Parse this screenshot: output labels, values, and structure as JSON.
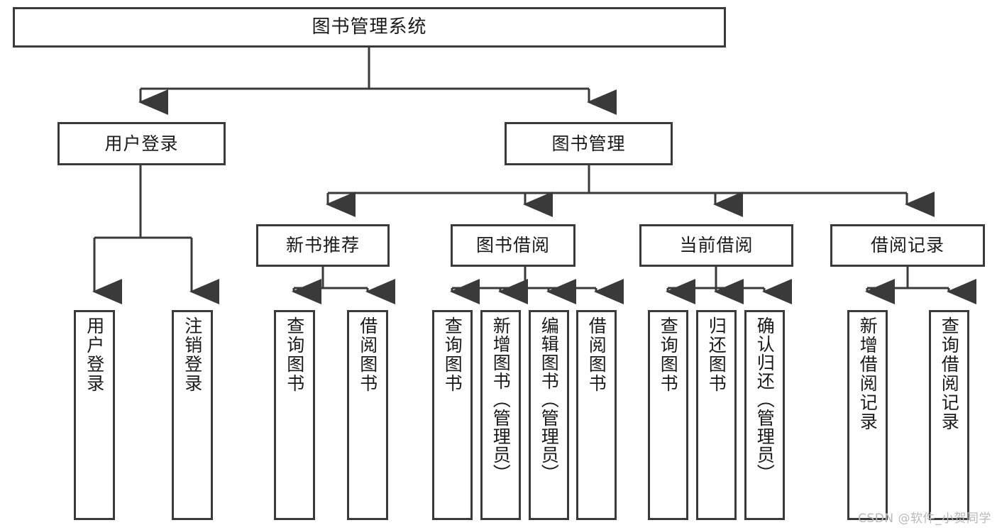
{
  "diagram": {
    "title": "图书管理系统",
    "type": "tree-hierarchy-diagram",
    "watermark": "CSDN @软件_小贺同学",
    "colors": {
      "background": "#ffffff",
      "box_border": "#3a3a3a",
      "box_fill": "#ffffff",
      "text": "#1a1a1a",
      "connector": "#3a3a3a",
      "watermark": "#b9b9b9"
    },
    "levels": {
      "root": "图书管理系统",
      "level2": [
        "用户登录",
        "图书管理"
      ],
      "level3": [
        "新书推荐",
        "图书借阅",
        "当前借阅",
        "借阅记录"
      ]
    },
    "nodes": {
      "root": {
        "label": "图书管理系统"
      },
      "user_login": {
        "label": "用户登录"
      },
      "book_manage": {
        "label": "图书管理"
      },
      "new_book_rec": {
        "label": "新书推荐"
      },
      "book_borrow": {
        "label": "图书借阅"
      },
      "current_borrow": {
        "label": "当前借阅"
      },
      "borrow_record": {
        "label": "借阅记录"
      }
    },
    "leaves": {
      "user_login": [
        {
          "label": "用户登录"
        },
        {
          "label": "注销登录"
        }
      ],
      "new_book_rec": [
        {
          "label": "查询图书"
        },
        {
          "label": "借阅图书"
        }
      ],
      "book_borrow": [
        {
          "label": "查询图书"
        },
        {
          "label": "新增图书（管理员）"
        },
        {
          "label": "编辑图书（管理员）"
        },
        {
          "label": "借阅图书"
        }
      ],
      "current_borrow": [
        {
          "label": "查询图书"
        },
        {
          "label": "归还图书"
        },
        {
          "label": "确认归还（管理员）"
        }
      ],
      "borrow_record": [
        {
          "label": "新增借阅记录"
        },
        {
          "label": "查询借阅记录"
        }
      ]
    }
  }
}
